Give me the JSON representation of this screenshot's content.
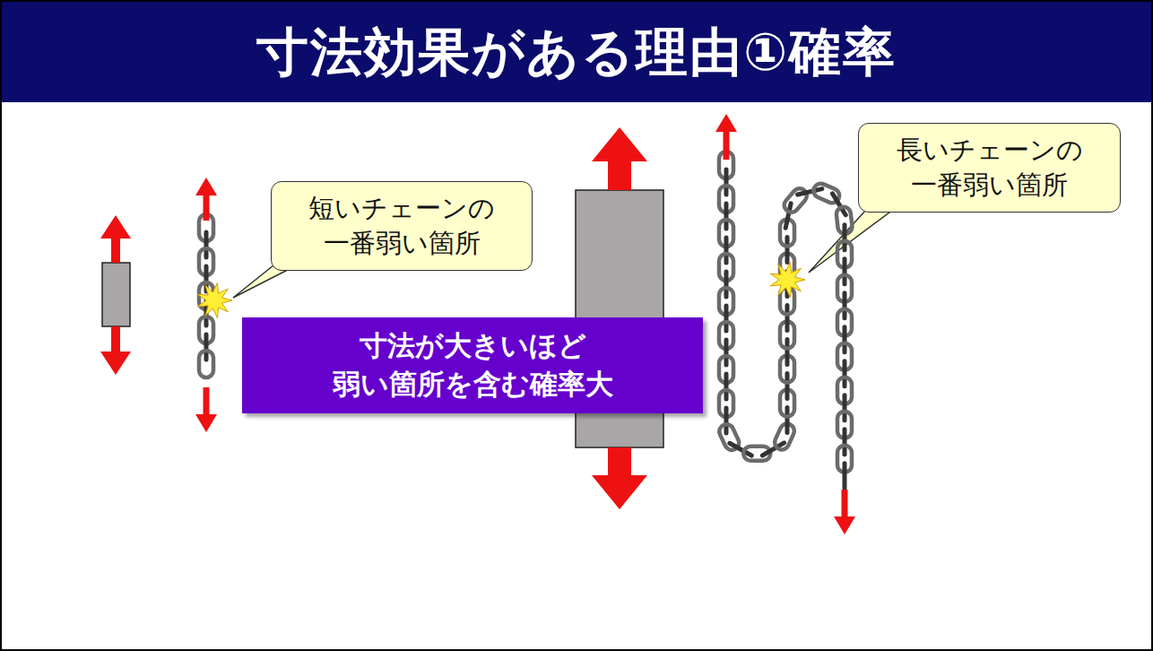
{
  "diagram": {
    "title": "寸法効果がある理由①確率",
    "nodes": [
      {
        "text": [
          "短いチェーンの 一番弱い箇所"
        ]
      },
      {
        "text": [
          "寸法が大きいほど 弱い箇所を含む確率大"
        ]
      },
      {
        "text": [
          "長いチェーンの 一番弱い箇所"
        ]
      }
    ]
  }
}
